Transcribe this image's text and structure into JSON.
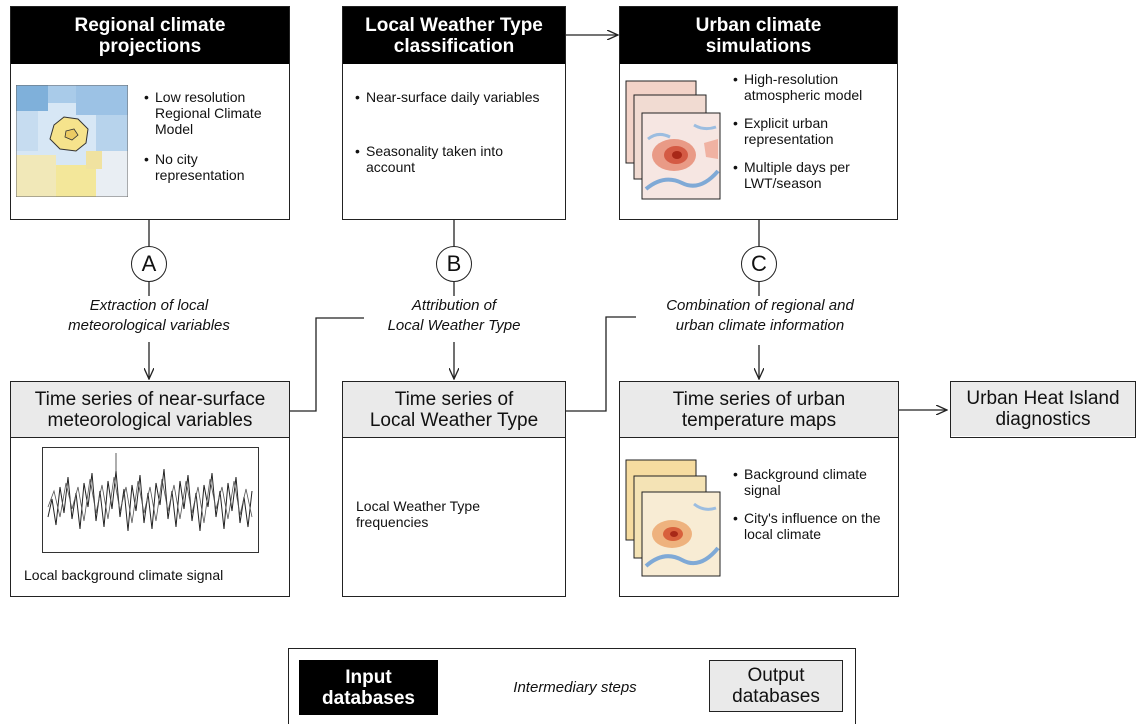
{
  "boxes": {
    "regional": {
      "title_line1": "Regional climate",
      "title_line2": "projections",
      "bullets": [
        "Low resolution Regional Climate Model",
        "No city representation"
      ]
    },
    "lwt": {
      "title_line1": "Local Weather Type",
      "title_line2": "classification",
      "bullets": [
        "Near-surface daily variables",
        "Seasonality taken into account"
      ]
    },
    "urban_sim": {
      "title_line1": "Urban climate",
      "title_line2": "simulations",
      "bullets": [
        "High-resolution atmospheric model",
        "Explicit urban representation",
        "Multiple days per LWT/season"
      ]
    },
    "ts_met": {
      "title_line1": "Time series of near-surface",
      "title_line2": "meteorological variables",
      "caption": "Local background climate signal"
    },
    "ts_lwt": {
      "title_line1": "Time series of",
      "title_line2": "Local Weather Type",
      "body": "Local Weather Type frequencies"
    },
    "ts_urban": {
      "title_line1": "Time series of urban",
      "title_line2": "temperature maps",
      "bullets": [
        "Background climate signal",
        "City's influence on the local climate"
      ]
    },
    "uhi": {
      "title_line1": "Urban Heat Island",
      "title_line2": "diagnostics"
    }
  },
  "steps": [
    {
      "letter": "A",
      "line1": "Extraction of local",
      "line2": "meteorological variables"
    },
    {
      "letter": "B",
      "line1": "Attribution of",
      "line2": "Local Weather Type"
    },
    {
      "letter": "C",
      "line1": "Combination of regional and",
      "line2": "urban climate information"
    }
  ],
  "legend": {
    "input_line1": "Input",
    "input_line2": "databases",
    "intermediary": "Intermediary steps",
    "output_line1": "Output",
    "output_line2": "databases"
  },
  "colors": {
    "header_dark": "#000000",
    "header_light": "#eaeaea",
    "map_cold": "#3b7bc0",
    "map_warm": "#d03020",
    "map_yellow": "#f3e79a"
  }
}
